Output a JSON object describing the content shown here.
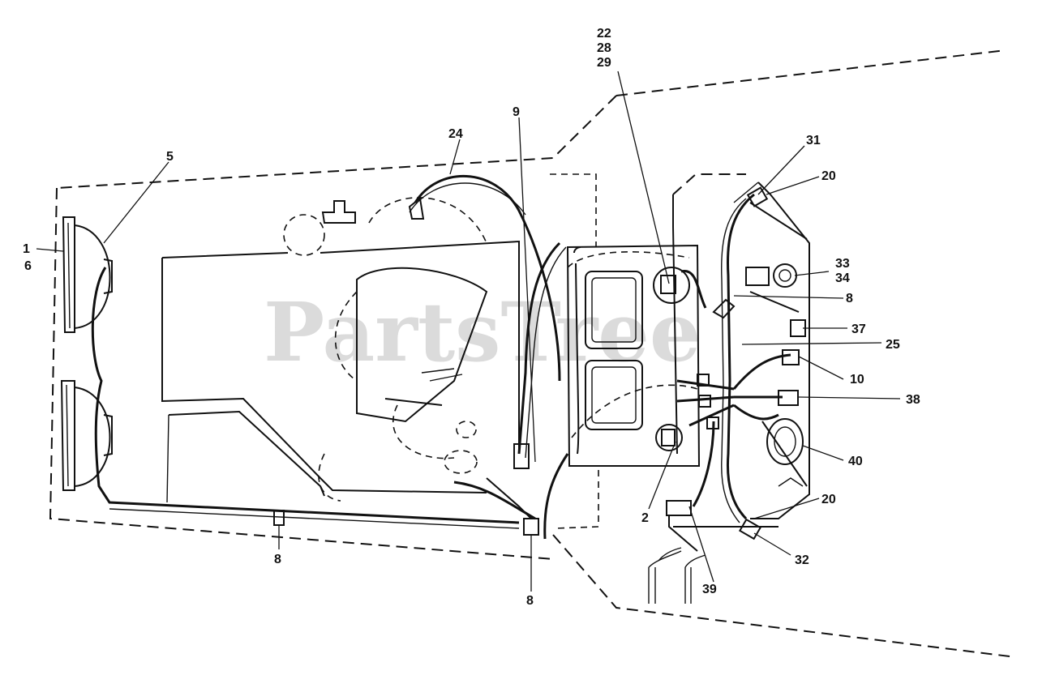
{
  "watermark": "PartsTree",
  "callouts": {
    "c1": "1",
    "c6_left": "6",
    "c5": "5",
    "c24": "24",
    "c9": "9",
    "c22": "22",
    "c28": "28",
    "c29": "29",
    "c31": "31",
    "c20_top": "20",
    "c33": "33",
    "c34": "34",
    "c8_right": "8",
    "c37": "37",
    "c25": "25",
    "c10": "10",
    "c38": "38",
    "c40": "40",
    "c20_bottom": "20",
    "c32": "32",
    "c39": "39",
    "c2": "2",
    "c8_bottom_center": "8",
    "c8_bottom_left": "8"
  }
}
